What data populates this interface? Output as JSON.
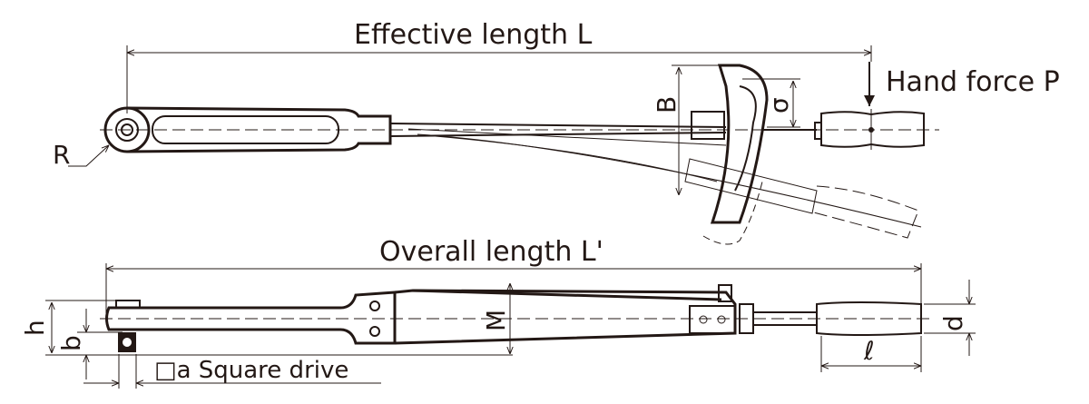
{
  "diagram": {
    "title": "Torque wrench dimensions",
    "labels": {
      "effective_length": "Effective length L",
      "hand_force": "Hand force P",
      "radius": "R",
      "dial_width": "B",
      "deflection": "σ",
      "overall_length": "Overall length L'",
      "height_h": "h",
      "height_b": "b",
      "body_width": "M",
      "grip_diameter": "d",
      "grip_length": "ℓ",
      "square_drive": "□a Square drive"
    },
    "line_color": "#231815"
  }
}
